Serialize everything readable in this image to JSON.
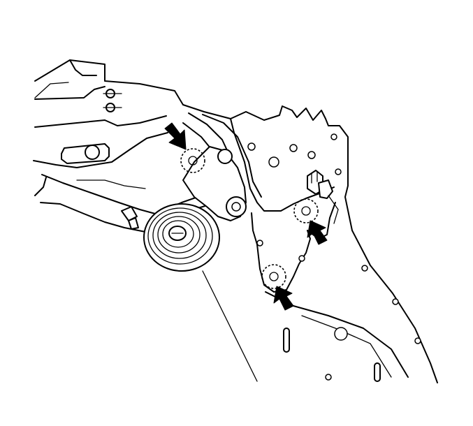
{
  "figure": {
    "background": "#ffffff",
    "line_color": "#000000",
    "callouts": [
      {
        "name": "upper-fastener",
        "icon": "arrow-pointer-icon"
      },
      {
        "name": "right-fastener",
        "icon": "arrow-pointer-icon"
      },
      {
        "name": "lower-fastener",
        "icon": "arrow-pointer-icon"
      }
    ]
  }
}
